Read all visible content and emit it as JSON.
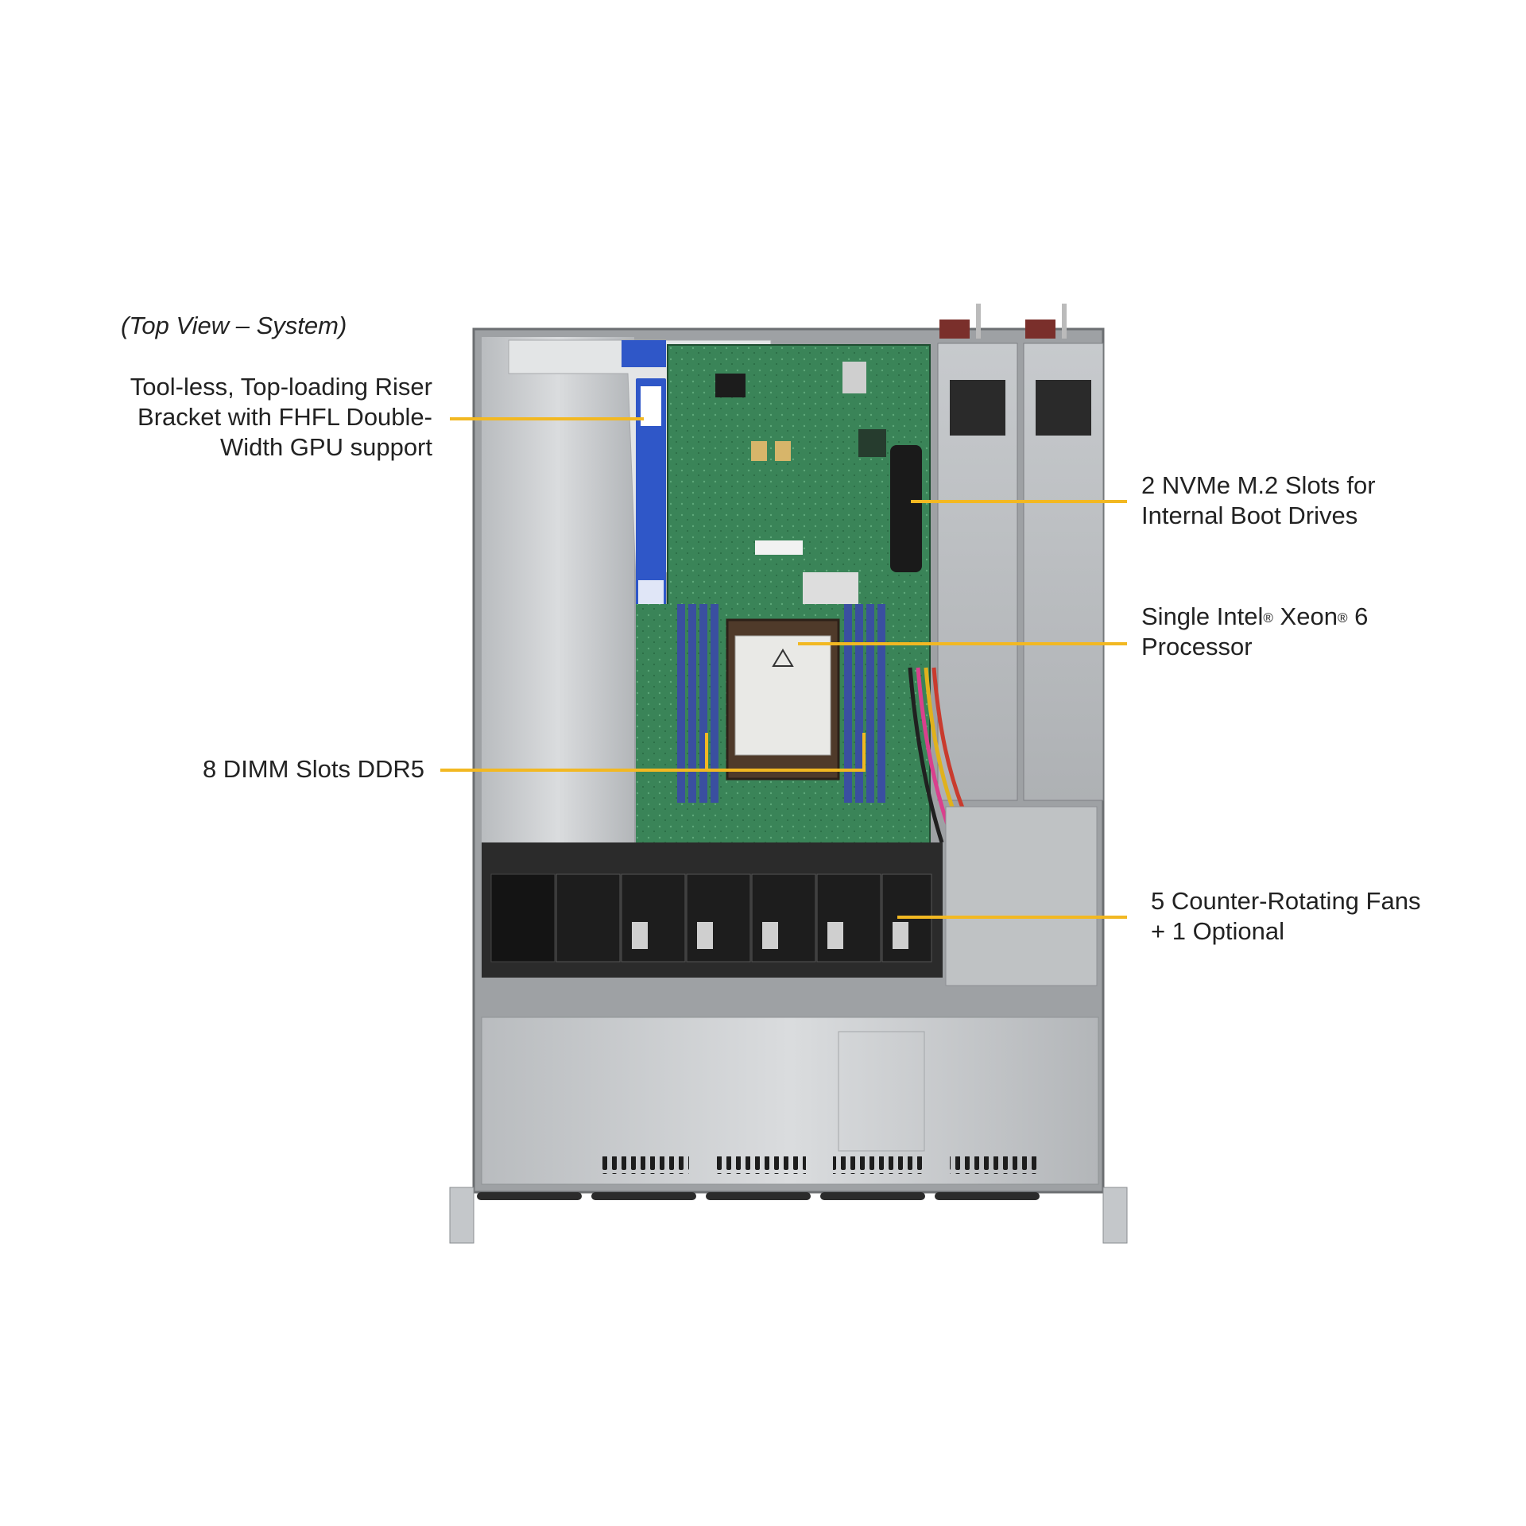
{
  "view_title": "(Top View – System)",
  "callouts": {
    "riser": {
      "lines": [
        "Tool-less, Top-loading Riser",
        "Bracket with FHFL Double-",
        "Width GPU support"
      ]
    },
    "nvme": {
      "lines": [
        "2 NVMe M.2 Slots for",
        "Internal  Boot Drives"
      ]
    },
    "cpu": {
      "line1_a": "Single Intel",
      "line1_reg1": "®",
      "line1_b": " Xeon",
      "line1_reg2": "®",
      "line1_c": " 6",
      "line2": "Processor"
    },
    "dimm": {
      "lines": [
        "8 DIMM  Slots DDR5"
      ]
    },
    "fans": {
      "lines": [
        "5 Counter-Rotating  Fans",
        "+ 1 Optional"
      ]
    }
  },
  "colors": {
    "leader": "#f2b822",
    "chassis": "#c9ccce",
    "pcb": "#2f7a4f",
    "dimm": "#3a4fa0",
    "riser_label": "#2f57c8"
  }
}
